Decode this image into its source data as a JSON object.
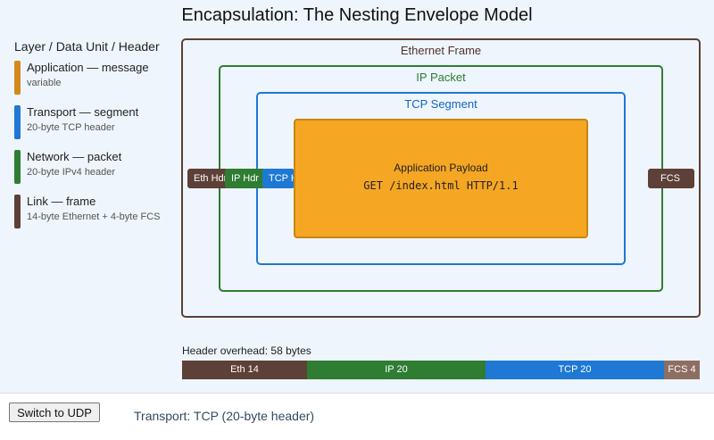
{
  "title": "Encapsulation: The Nesting Envelope Model",
  "legend": {
    "heading": "Layer / Data Unit / Header",
    "items": [
      {
        "label": "Application — message",
        "sub": "variable",
        "color": "#d4891a"
      },
      {
        "label": "Transport — segment",
        "sub": "20-byte TCP header",
        "color": "#1e78d4"
      },
      {
        "label": "Network — packet",
        "sub": "20-byte IPv4 header",
        "color": "#2e7d32"
      },
      {
        "label": "Link — frame",
        "sub": "14-byte Ethernet + 4-byte FCS",
        "color": "#5d4037"
      }
    ]
  },
  "diagram": {
    "ethernet_label": "Ethernet Frame",
    "ip_label": "IP Packet",
    "tcp_label": "TCP Segment",
    "payload_title": "Application Payload",
    "payload_request": "GET /index.html HTTP/1.1",
    "header_tags": {
      "eth": "Eth Hdr",
      "ip": "IP Hdr",
      "tcp": "TCP Hdr",
      "fcs": "FCS"
    }
  },
  "overhead": {
    "label": "Header overhead: 58 bytes",
    "segments": [
      {
        "label": "Eth 14",
        "bytes": 14,
        "color": "#5d4037"
      },
      {
        "label": "IP 20",
        "bytes": 20,
        "color": "#2e7d32"
      },
      {
        "label": "TCP 20",
        "bytes": 20,
        "color": "#1e78d4"
      },
      {
        "label": "FCS 4",
        "bytes": 4,
        "color": "#8d6e63"
      }
    ]
  },
  "controls": {
    "switch_button": "Switch to UDP",
    "status": "Transport: TCP (20-byte header)"
  }
}
